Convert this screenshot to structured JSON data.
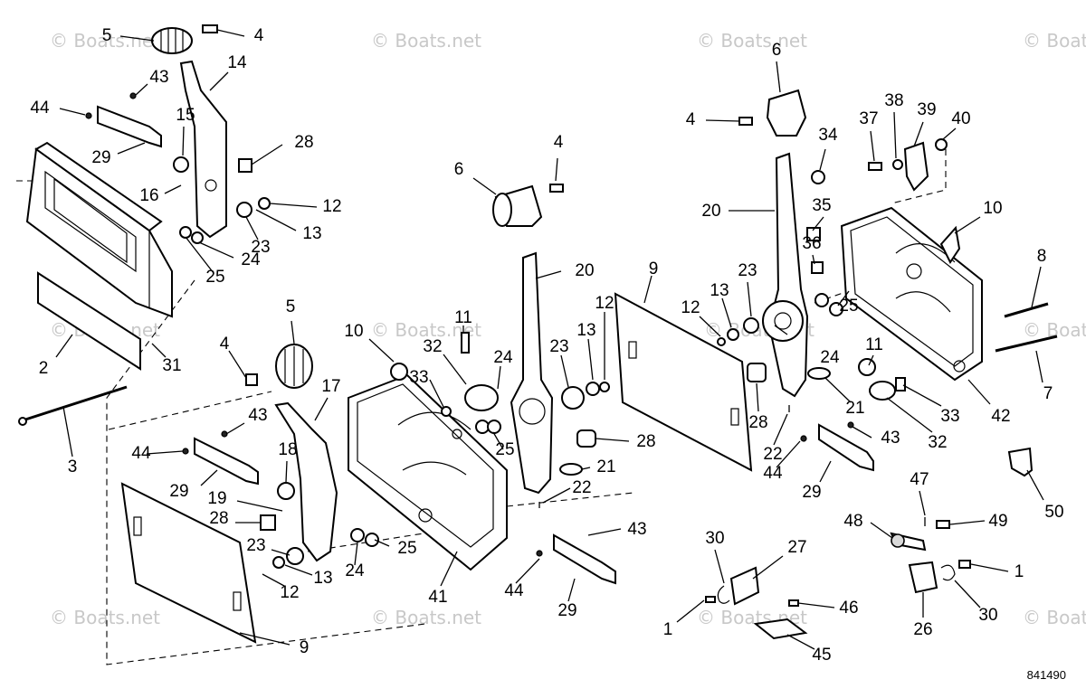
{
  "watermark": "© Boats.net",
  "figure_code": "841490",
  "callouts": [
    {
      "id": "c5a",
      "text": "5"
    },
    {
      "id": "c4a",
      "text": "4"
    },
    {
      "id": "c14",
      "text": "14"
    },
    {
      "id": "c43a",
      "text": "43"
    },
    {
      "id": "c44a",
      "text": "44"
    },
    {
      "id": "c15",
      "text": "15"
    },
    {
      "id": "c29a",
      "text": "29"
    },
    {
      "id": "c28a",
      "text": "28"
    },
    {
      "id": "c16",
      "text": "16"
    },
    {
      "id": "c12a",
      "text": "12"
    },
    {
      "id": "c13a",
      "text": "13"
    },
    {
      "id": "c23a",
      "text": "23"
    },
    {
      "id": "c24a",
      "text": "24"
    },
    {
      "id": "c25a",
      "text": "25"
    },
    {
      "id": "c2",
      "text": "2"
    },
    {
      "id": "c31",
      "text": "31"
    },
    {
      "id": "c3",
      "text": "3"
    },
    {
      "id": "c5b",
      "text": "5"
    },
    {
      "id": "c4b",
      "text": "4"
    },
    {
      "id": "c17",
      "text": "17"
    },
    {
      "id": "c43b",
      "text": "43"
    },
    {
      "id": "c44b",
      "text": "44"
    },
    {
      "id": "c29b",
      "text": "29"
    },
    {
      "id": "c18",
      "text": "18"
    },
    {
      "id": "c19",
      "text": "19"
    },
    {
      "id": "c28b",
      "text": "28"
    },
    {
      "id": "c23b",
      "text": "23"
    },
    {
      "id": "c13b",
      "text": "13"
    },
    {
      "id": "c12b",
      "text": "12"
    },
    {
      "id": "c24b",
      "text": "24"
    },
    {
      "id": "c25b",
      "text": "25"
    },
    {
      "id": "c9a",
      "text": "9"
    },
    {
      "id": "c41",
      "text": "41"
    },
    {
      "id": "c10a",
      "text": "10"
    },
    {
      "id": "c11a",
      "text": "11"
    },
    {
      "id": "c32a",
      "text": "32"
    },
    {
      "id": "c33a",
      "text": "33"
    },
    {
      "id": "c24c",
      "text": "24"
    },
    {
      "id": "c25c",
      "text": "25"
    },
    {
      "id": "c6a",
      "text": "6"
    },
    {
      "id": "c4c",
      "text": "4"
    },
    {
      "id": "c20a",
      "text": "20"
    },
    {
      "id": "c23c",
      "text": "23"
    },
    {
      "id": "c13c",
      "text": "13"
    },
    {
      "id": "c12c",
      "text": "12"
    },
    {
      "id": "c28c",
      "text": "28"
    },
    {
      "id": "c21a",
      "text": "21"
    },
    {
      "id": "c22a",
      "text": "22"
    },
    {
      "id": "c43c",
      "text": "43"
    },
    {
      "id": "c44c",
      "text": "44"
    },
    {
      "id": "c29c",
      "text": "29"
    },
    {
      "id": "c9b",
      "text": "9"
    },
    {
      "id": "c12d",
      "text": "12"
    },
    {
      "id": "c13d",
      "text": "13"
    },
    {
      "id": "c23d",
      "text": "23"
    },
    {
      "id": "c24d",
      "text": "24"
    },
    {
      "id": "c28d",
      "text": "28"
    },
    {
      "id": "c22b",
      "text": "22"
    },
    {
      "id": "c44d",
      "text": "44"
    },
    {
      "id": "c21b",
      "text": "21"
    },
    {
      "id": "c6b",
      "text": "6"
    },
    {
      "id": "c4d",
      "text": "4"
    },
    {
      "id": "c34",
      "text": "34"
    },
    {
      "id": "c20b",
      "text": "20"
    },
    {
      "id": "c35",
      "text": "35"
    },
    {
      "id": "c36",
      "text": "36"
    },
    {
      "id": "c25d",
      "text": "25"
    },
    {
      "id": "c37",
      "text": "37"
    },
    {
      "id": "c38",
      "text": "38"
    },
    {
      "id": "c39",
      "text": "39"
    },
    {
      "id": "c40",
      "text": "40"
    },
    {
      "id": "c10b",
      "text": "10"
    },
    {
      "id": "c8",
      "text": "8"
    },
    {
      "id": "c11b",
      "text": "11"
    },
    {
      "id": "c33b",
      "text": "33"
    },
    {
      "id": "c32b",
      "text": "32"
    },
    {
      "id": "c42",
      "text": "42"
    },
    {
      "id": "c7",
      "text": "7"
    },
    {
      "id": "c43d",
      "text": "43"
    },
    {
      "id": "c29d",
      "text": "29"
    },
    {
      "id": "c47",
      "text": "47"
    },
    {
      "id": "c48",
      "text": "48"
    },
    {
      "id": "c49",
      "text": "49"
    },
    {
      "id": "c50",
      "text": "50"
    },
    {
      "id": "c30a",
      "text": "30"
    },
    {
      "id": "c27",
      "text": "27"
    },
    {
      "id": "c1a",
      "text": "1"
    },
    {
      "id": "c46",
      "text": "46"
    },
    {
      "id": "c45",
      "text": "45"
    },
    {
      "id": "c1b",
      "text": "1"
    },
    {
      "id": "c26",
      "text": "26"
    },
    {
      "id": "c30b",
      "text": "30"
    }
  ]
}
